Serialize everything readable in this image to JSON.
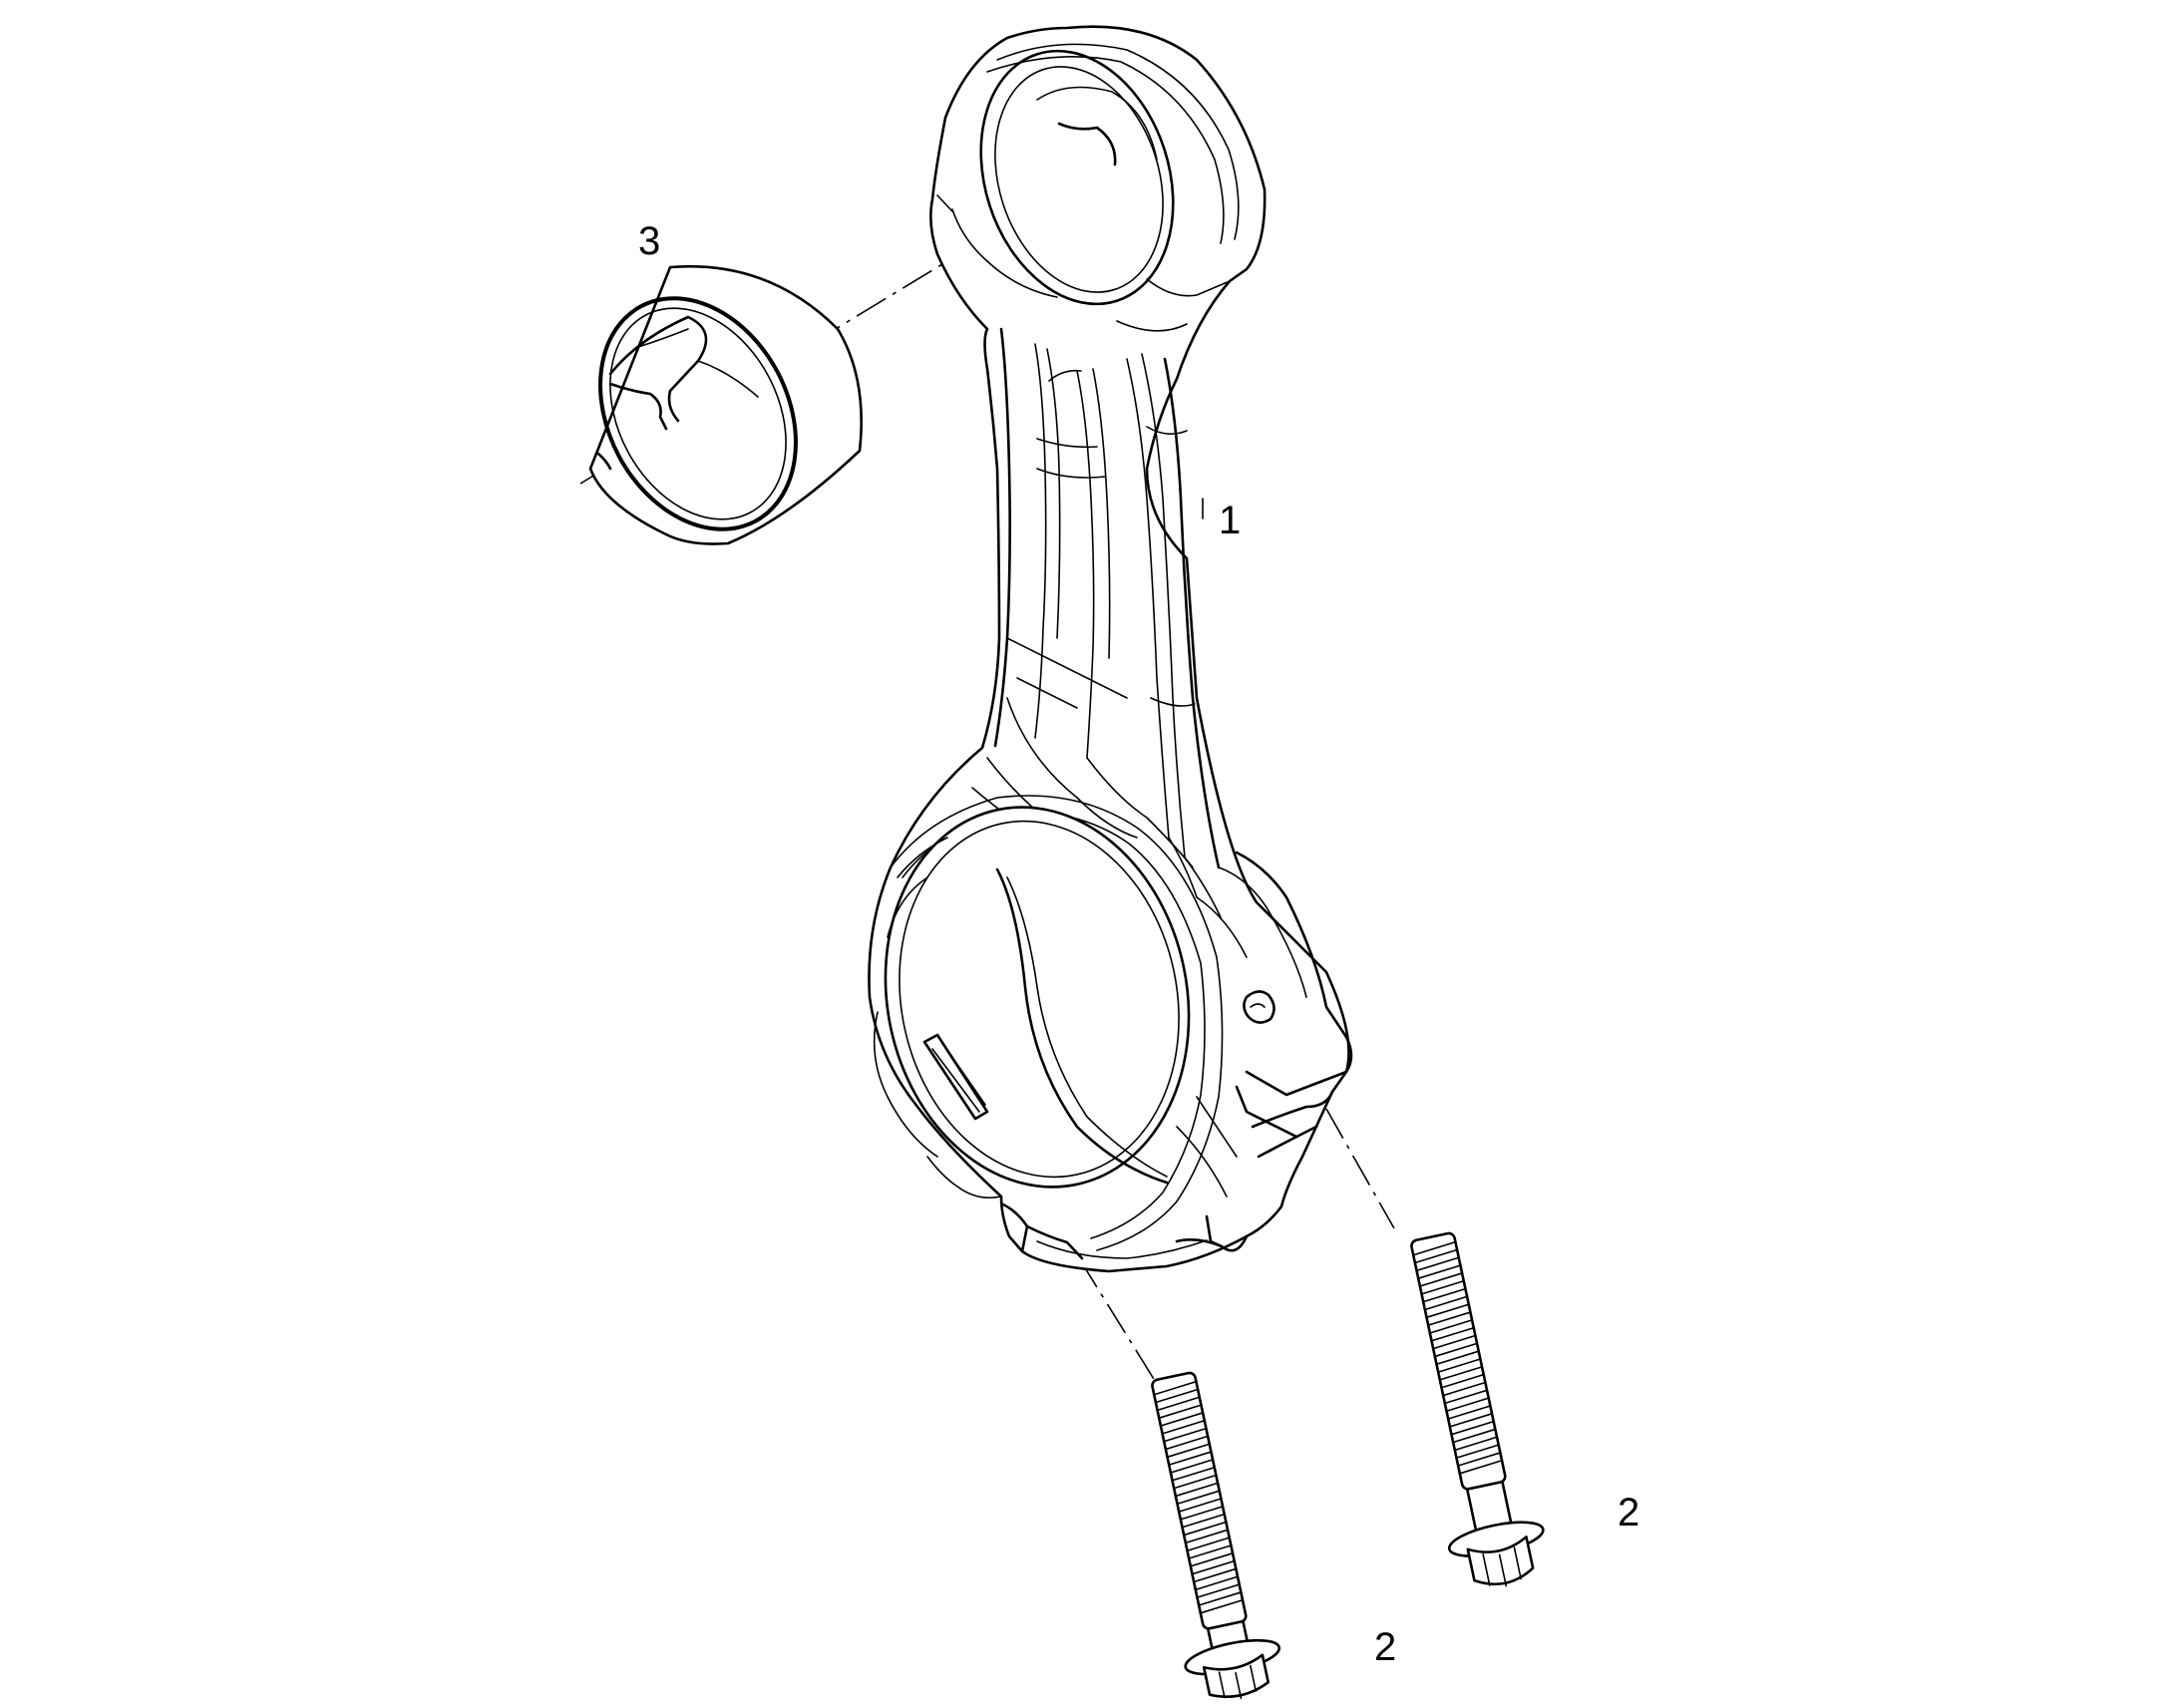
{
  "callouts": {
    "connecting_rod": "1",
    "bolt_upper": "2",
    "bolt_lower": "2",
    "bushing": "3"
  },
  "colors": {
    "line": "#000000",
    "background": "#ffffff"
  }
}
